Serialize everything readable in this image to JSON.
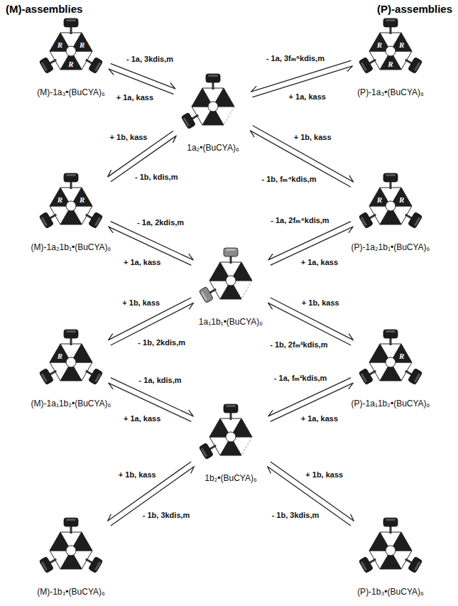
{
  "diagram": {
    "nodes": [
      {
        "text": [
          "(M)-1a₃•(BuCYA)₆"
        ]
      },
      {
        "text": [
          "(P)-1a₃•(BuCYA)₆"
        ]
      },
      {
        "text": [
          "1a₂•(BuCYA)₆"
        ]
      },
      {
        "text": [
          "(M)-1a₂1b₁•(BuCYA)₆"
        ]
      },
      {
        "text": [
          "(P)-1a₂1b₁•(BuCYA)₆"
        ]
      },
      {
        "text": [
          "1a₁1b₁•(BuCYA)₆"
        ]
      },
      {
        "text": [
          "(M)-1a₁1b₂•(BuCYA)₆"
        ]
      },
      {
        "text": [
          "(P)-1a₁1b₂•(BuCYA)₆"
        ]
      },
      {
        "text": [
          "1b₂•(BuCYA)₆"
        ]
      },
      {
        "text": [
          "(M)-1b₃•(BuCYA)₆"
        ]
      },
      {
        "text": [
          "(P)-1b₃•(BuCYA)₆"
        ]
      }
    ],
    "edges": [
      {
        "from": 0,
        "to": 2,
        "label": "- 1a, 3kdis,m",
        "arrow": "to"
      },
      {
        "from": 2,
        "to": 0,
        "label": "+ 1a, kass",
        "arrow": "to"
      },
      {
        "from": 1,
        "to": 2,
        "label": "- 1a, 3fₘ⁶kdis,m",
        "arrow": "to"
      },
      {
        "from": 2,
        "to": 1,
        "label": "+ 1a, kass",
        "arrow": "to"
      },
      {
        "from": 2,
        "to": 3,
        "label": "+ 1b, kass",
        "arrow": "to"
      },
      {
        "from": 3,
        "to": 2,
        "label": "- 1b, kdis,m",
        "arrow": "to"
      },
      {
        "from": 2,
        "to": 4,
        "label": "+ 1b, kass",
        "arrow": "to"
      },
      {
        "from": 4,
        "to": 2,
        "label": "- 1b, fₘ⁴kdis,m",
        "arrow": "to"
      },
      {
        "from": 3,
        "to": 5,
        "label": "- 1a, 2kdis,m",
        "arrow": "to"
      },
      {
        "from": 5,
        "to": 3,
        "label": "+ 1a, kass",
        "arrow": "to"
      },
      {
        "from": 4,
        "to": 5,
        "label": "- 1a, 2fₘ⁴kdis,m",
        "arrow": "to"
      },
      {
        "from": 5,
        "to": 4,
        "label": "+ 1a, kass",
        "arrow": "to"
      },
      {
        "from": 5,
        "to": 6,
        "label": "+ 1b, kass",
        "arrow": "to"
      },
      {
        "from": 6,
        "to": 5,
        "label": "- 1b, 2kdis,m",
        "arrow": "to"
      },
      {
        "from": 5,
        "to": 7,
        "label": "+ 1b, kass",
        "arrow": "to"
      },
      {
        "from": 7,
        "to": 5,
        "label": "- 1b, 2fₘ²kdis,m",
        "arrow": "to"
      },
      {
        "from": 6,
        "to": 8,
        "label": "- 1a, kdis,m",
        "arrow": "to"
      },
      {
        "from": 8,
        "to": 6,
        "label": "+ 1a, kass",
        "arrow": "to"
      },
      {
        "from": 7,
        "to": 8,
        "label": "- 1a, fₘ²kdis,m",
        "arrow": "to"
      },
      {
        "from": 8,
        "to": 7,
        "label": "+ 1a, kass",
        "arrow": "to"
      },
      {
        "from": 8,
        "to": 9,
        "label": "+ 1b, kass",
        "arrow": "to"
      },
      {
        "from": 9,
        "to": 8,
        "label": "- 1b, 3kdis,m",
        "arrow": "to"
      },
      {
        "from": 8,
        "to": 10,
        "label": "+ 1b, kass",
        "arrow": "to"
      },
      {
        "from": 10,
        "to": 8,
        "label": "- 1b, 3kdis,m",
        "arrow": "to"
      }
    ],
    "labels": [
      "(M)-assemblies",
      "(P)-assemblies",
      "R",
      "R",
      "R",
      "R",
      "R",
      "R",
      "R",
      "R",
      "R",
      "R",
      "R",
      "R"
    ]
  }
}
